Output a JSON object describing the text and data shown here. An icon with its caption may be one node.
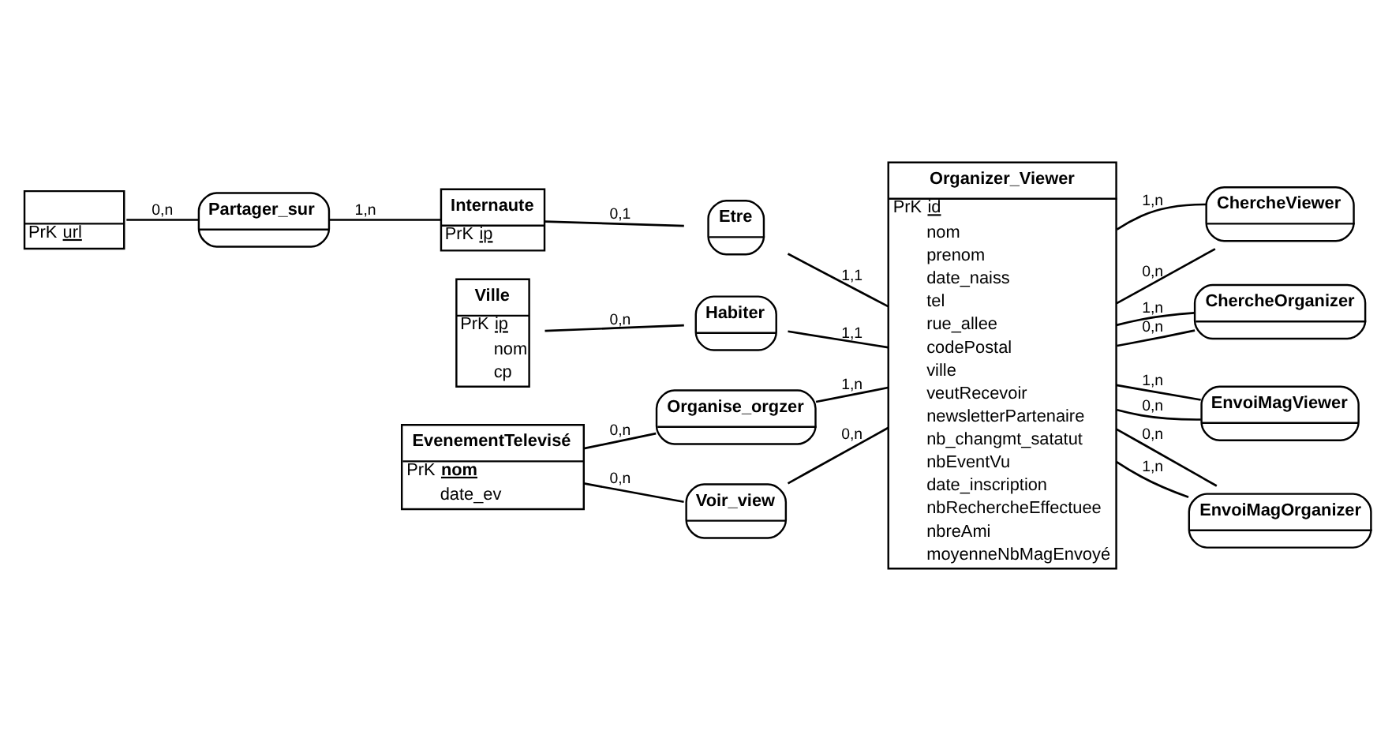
{
  "diagram": {
    "nodes": [
      {
        "text": [
          "Partager_sur"
        ]
      },
      {
        "text": [
          "Internaute",
          "PrK ip"
        ]
      },
      {
        "text": [
          "Ville",
          "PrK ip",
          "nom",
          "cp"
        ]
      },
      {
        "text": [
          "PrK url"
        ]
      },
      {
        "text": [
          "Etre"
        ]
      },
      {
        "text": [
          "Habiter"
        ]
      },
      {
        "text": [
          "ChercheViewer"
        ]
      },
      {
        "text": [
          "Organizer_Viewer",
          "PrK id",
          "nom",
          "prenom",
          "date_naiss",
          "tel",
          "rue_allee",
          "codePostal",
          "ville",
          "veutRecevoir",
          "newsletterPartenaire",
          "nb_changmt_satatut",
          "nbEventVu",
          "date_inscription",
          "nbRechercheEffectuee",
          "nbreAmi",
          "moyenneNbMagEnvoyé"
        ]
      },
      {
        "text": [
          "ChercheOrganizer"
        ]
      },
      {
        "text": [
          "Organise_orgzer"
        ]
      },
      {
        "text": [
          "EvenementTelevisé",
          "PrK nom",
          "date_ev"
        ]
      },
      {
        "text": [
          "EnvoiMagViewer"
        ]
      },
      {
        "text": [
          "Voir_view"
        ]
      },
      {
        "text": [
          "EnvoiMagOrganizer"
        ]
      }
    ],
    "edges": [
      {
        "from": 3,
        "to": 0,
        "arrow": "none",
        "label": "0,n"
      },
      {
        "from": 0,
        "to": 1,
        "arrow": "none",
        "label": "1,n"
      },
      {
        "from": 1,
        "to": 4,
        "arrow": "none",
        "label": "0,1"
      },
      {
        "from": 4,
        "to": 7,
        "arrow": "none",
        "label": "1,1"
      },
      {
        "from": 2,
        "to": 5,
        "arrow": "none",
        "label": "0,n"
      },
      {
        "from": 5,
        "to": 7,
        "arrow": "none",
        "label": "1,1"
      },
      {
        "from": 7,
        "to": 6,
        "arrow": "none",
        "label": "1,n"
      },
      {
        "from": 7,
        "to": 6,
        "arrow": "none",
        "label": "0,n"
      },
      {
        "from": 7,
        "to": 8,
        "arrow": "none",
        "label": "1,n"
      },
      {
        "from": 7,
        "to": 8,
        "arrow": "none",
        "label": "0,n"
      },
      {
        "from": 7,
        "to": 11,
        "arrow": "none",
        "label": "1,n"
      },
      {
        "from": 7,
        "to": 11,
        "arrow": "none",
        "label": "0,n"
      },
      {
        "from": 7,
        "to": 13,
        "arrow": "none",
        "label": "0,n"
      },
      {
        "from": 7,
        "to": 13,
        "arrow": "none",
        "label": "1,n"
      },
      {
        "from": 10,
        "to": 9,
        "arrow": "none",
        "label": "0,n"
      },
      {
        "from": 9,
        "to": 7,
        "arrow": "none",
        "label": "1,n"
      },
      {
        "from": 10,
        "to": 12,
        "arrow": "none",
        "label": "0,n"
      },
      {
        "from": 12,
        "to": 7,
        "arrow": "none",
        "label": "0,n"
      }
    ]
  }
}
